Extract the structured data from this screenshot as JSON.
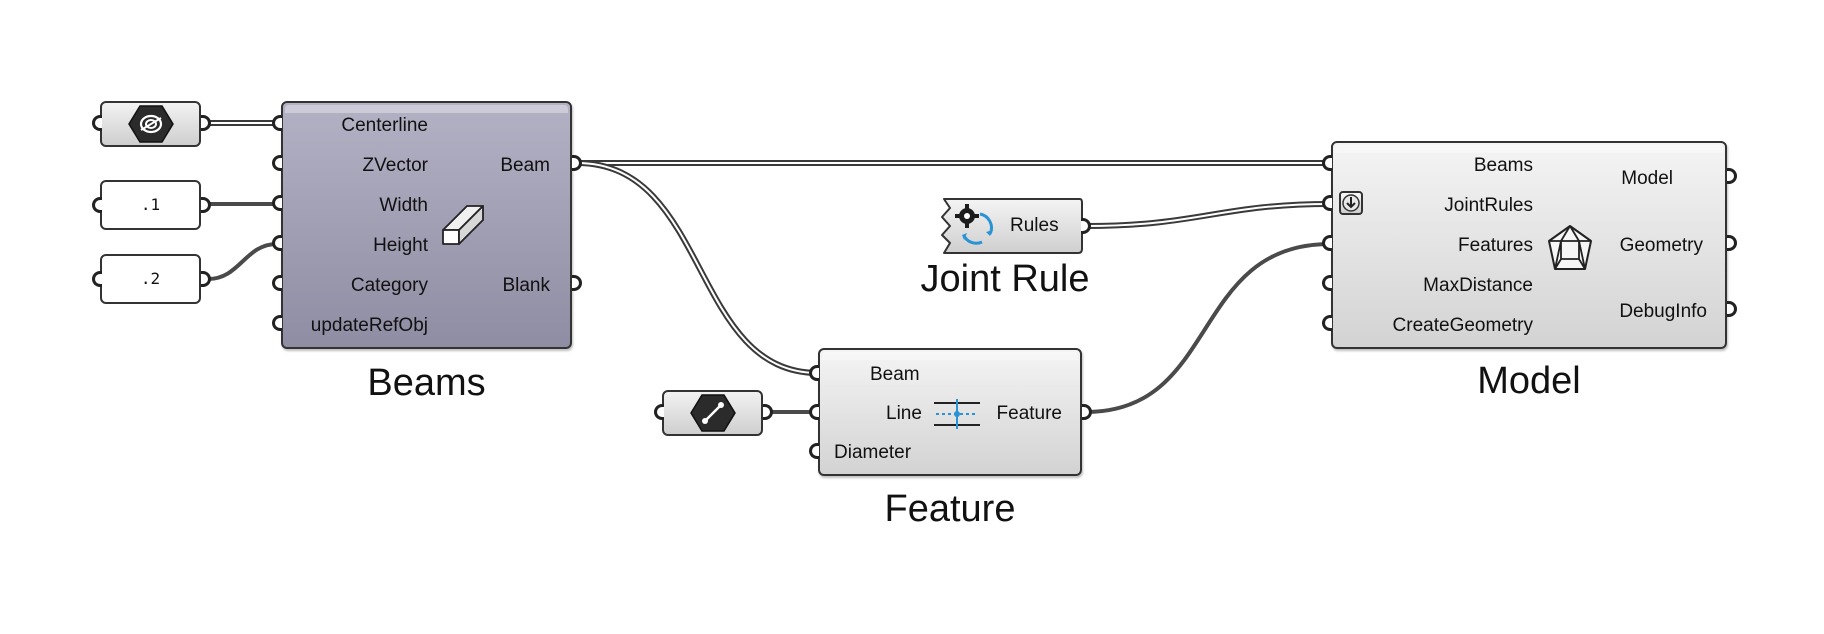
{
  "beams": {
    "title": "Beams",
    "inputs": [
      "Centerline",
      "ZVector",
      "Width",
      "Height",
      "Category",
      "updateRefObj"
    ],
    "outputs": [
      "Beam",
      "Blank"
    ],
    "icon": "beam-box-icon",
    "color": "#9e9cb2"
  },
  "width_param": {
    "value": ".1"
  },
  "height_param": {
    "value": ".2"
  },
  "curve_param": {
    "icon": "curve-param-icon"
  },
  "joint_rule": {
    "title": "Joint Rule",
    "output": "Rules",
    "icon": "joint-rule-gear-icon"
  },
  "feature": {
    "title": "Feature",
    "inputs": [
      "Beam",
      "Line",
      "Diameter"
    ],
    "output": "Feature",
    "icon": "drill-feature-icon"
  },
  "line_param": {
    "icon": "line-param-icon"
  },
  "model": {
    "title": "Model",
    "inputs": [
      "Beams",
      "JointRules",
      "Features",
      "MaxDistance",
      "CreateGeometry"
    ],
    "outputs": [
      "Model",
      "Geometry",
      "DebugInfo"
    ],
    "icon": "model-house-icon",
    "toggle_icon": "arrow-down-icon"
  },
  "colors": {
    "dark_component": "#9e9cb2",
    "light_component": "#e2e2e2",
    "wire": "#3a3a3a",
    "accent_blue": "#2a93d5"
  }
}
